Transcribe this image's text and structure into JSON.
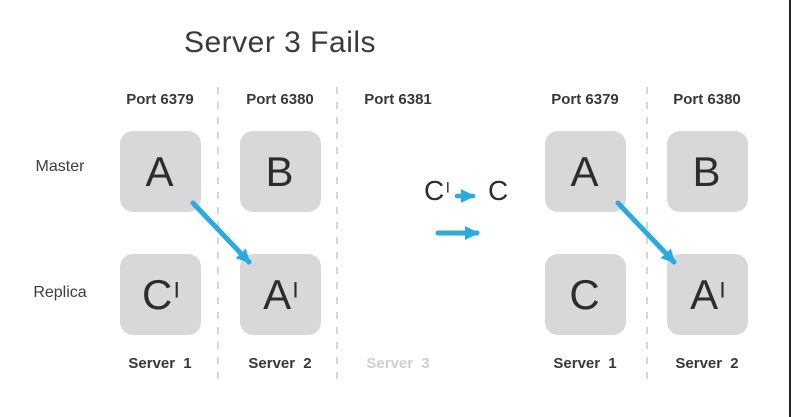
{
  "title": "Server 3 Fails",
  "colors": {
    "accent_blue": "#29ABE2",
    "box_gray": "#D8D8D8",
    "text_dark": "#3A3A3A",
    "muted_text": "#CFCFCF",
    "dashed_line": "#D6D6D6",
    "edge_line": "#222222"
  },
  "row_labels": {
    "master": "Master",
    "replica": "Replica"
  },
  "left_cluster": {
    "ports": [
      "Port 6379",
      "Port 6380",
      "Port 6381"
    ],
    "boxes": {
      "master": [
        {
          "letter": "A",
          "prime": ""
        },
        {
          "letter": "B",
          "prime": ""
        }
      ],
      "replica": [
        {
          "letter": "C",
          "prime": "|"
        },
        {
          "letter": "A",
          "prime": "|"
        }
      ]
    },
    "servers": [
      {
        "label": "Server 1"
      },
      {
        "label": "Server 2"
      },
      {
        "label": "Server 3"
      }
    ]
  },
  "transition": {
    "from_letter": "C",
    "from_prime": "|",
    "to_letter": "C"
  },
  "right_cluster": {
    "ports": [
      "Port 6379",
      "Port 6380"
    ],
    "boxes": {
      "master": [
        {
          "letter": "A",
          "prime": ""
        },
        {
          "letter": "B",
          "prime": ""
        }
      ],
      "replica": [
        {
          "letter": "C",
          "prime": ""
        },
        {
          "letter": "A",
          "prime": "|"
        }
      ]
    },
    "servers": [
      {
        "label": "Server 1"
      },
      {
        "label": "Server 2"
      }
    ]
  }
}
